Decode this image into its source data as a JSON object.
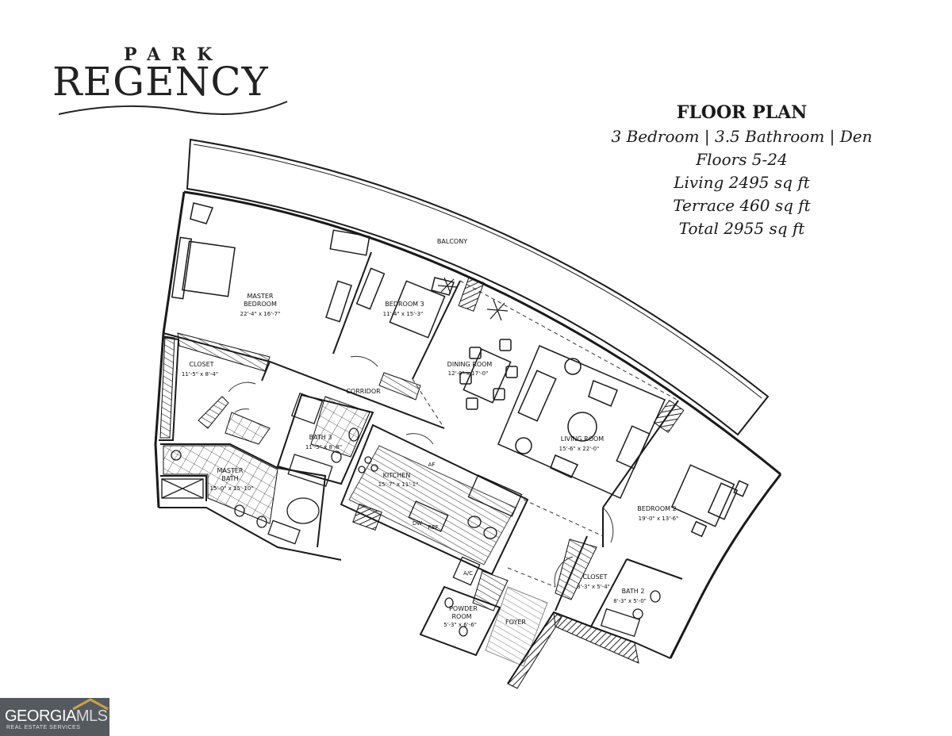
{
  "logo": {
    "top": "PARK",
    "main": "REGENCY"
  },
  "info": {
    "title": "FLOOR PLAN",
    "config": "3 Bedroom | 3.5 Bathroom | Den",
    "floors": "Floors 5-24",
    "living": "Living 2495 sq ft",
    "terrace": "Terrace 460 sq ft",
    "total": "Total 2955 sq ft"
  },
  "rooms": {
    "balcony": {
      "name": "BALCONY"
    },
    "master_bedroom": {
      "name1": "MASTER",
      "name2": "BEDROOM",
      "dims": "22'-4\" x 16'-7\""
    },
    "bedroom3": {
      "name": "BEDROOM 3",
      "dims": "11'-4\" x 15'-3\""
    },
    "closet_master": {
      "name": "CLOSET",
      "dims": "11'-5\" x 8'-4\""
    },
    "corridor": {
      "name": "CORRIDOR"
    },
    "dining": {
      "name": "DINING ROOM",
      "dims": "12'-0\" x 17'-0\""
    },
    "living": {
      "name": "LIVING ROOM",
      "dims": "15'-6\" x 22'-0\""
    },
    "bath3": {
      "name": "BATH 3",
      "dims": "11'-5\" x 8'-8\""
    },
    "kitchen": {
      "name": "KITCHEN",
      "dims": "15'-7\" x 11'-1\""
    },
    "master_bath": {
      "name1": "MASTER",
      "name2": "BATH",
      "dims": "15'-0\" x 15'-10\""
    },
    "bedroom2": {
      "name": "BEDROOM 2",
      "dims": "19'-0\" x 13'-6\""
    },
    "closet2": {
      "name": "CLOSET",
      "dims": "8'-3\" x 5'-4\""
    },
    "bath2": {
      "name": "BATH 2",
      "dims": "8'-3\" x 5'-0\""
    },
    "powder": {
      "name1": "POWDER",
      "name2": "ROOM",
      "dims": "5'-3\" x 6'-6\""
    },
    "foyer": {
      "name": "FOYER"
    },
    "fixtures": {
      "dw": "DW",
      "ref": "REF",
      "af": "AF",
      "ac": "A/C"
    }
  },
  "watermark": {
    "brand_a": "GEORGIA",
    "brand_b": "MLS",
    "sub": "REAL ESTATE SERVICES"
  }
}
